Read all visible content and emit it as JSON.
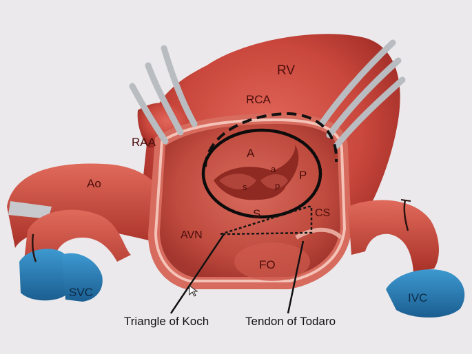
{
  "labels": {
    "rv": "RV",
    "rca": "RCA",
    "raa": "RAA",
    "ao": "Ao",
    "a": "A",
    "p": "P",
    "s": "S",
    "cs": "CS",
    "avn": "AVN",
    "fo": "FO",
    "svc": "SVC",
    "ivc": "IVC",
    "leaflet_s": "s",
    "leaflet_a": "a",
    "leaflet_p": "p"
  },
  "captions": {
    "triangle": "Triangle of Koch",
    "tendon": "Tendon of Todaro"
  },
  "colors": {
    "muscle": "#c9473c",
    "muscle_dark": "#a3302a",
    "muscle_light": "#e0796c",
    "vessel_blue": "#2a7fb8",
    "retractor": "#b8bcbf",
    "background": "#e9e7ea"
  }
}
